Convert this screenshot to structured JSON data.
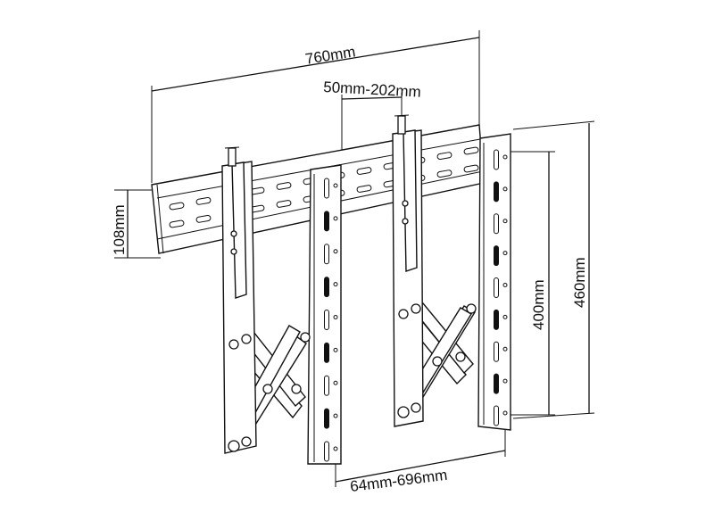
{
  "dimensions": {
    "width_total": "760mm",
    "bracket_spacing": "50mm-202mm",
    "rail_height": "108mm",
    "hole_span": "400mm",
    "arm_height": "460mm",
    "arm_spacing": "64mm-696mm"
  },
  "colors": {
    "line": "#111111",
    "background": "#ffffff"
  }
}
